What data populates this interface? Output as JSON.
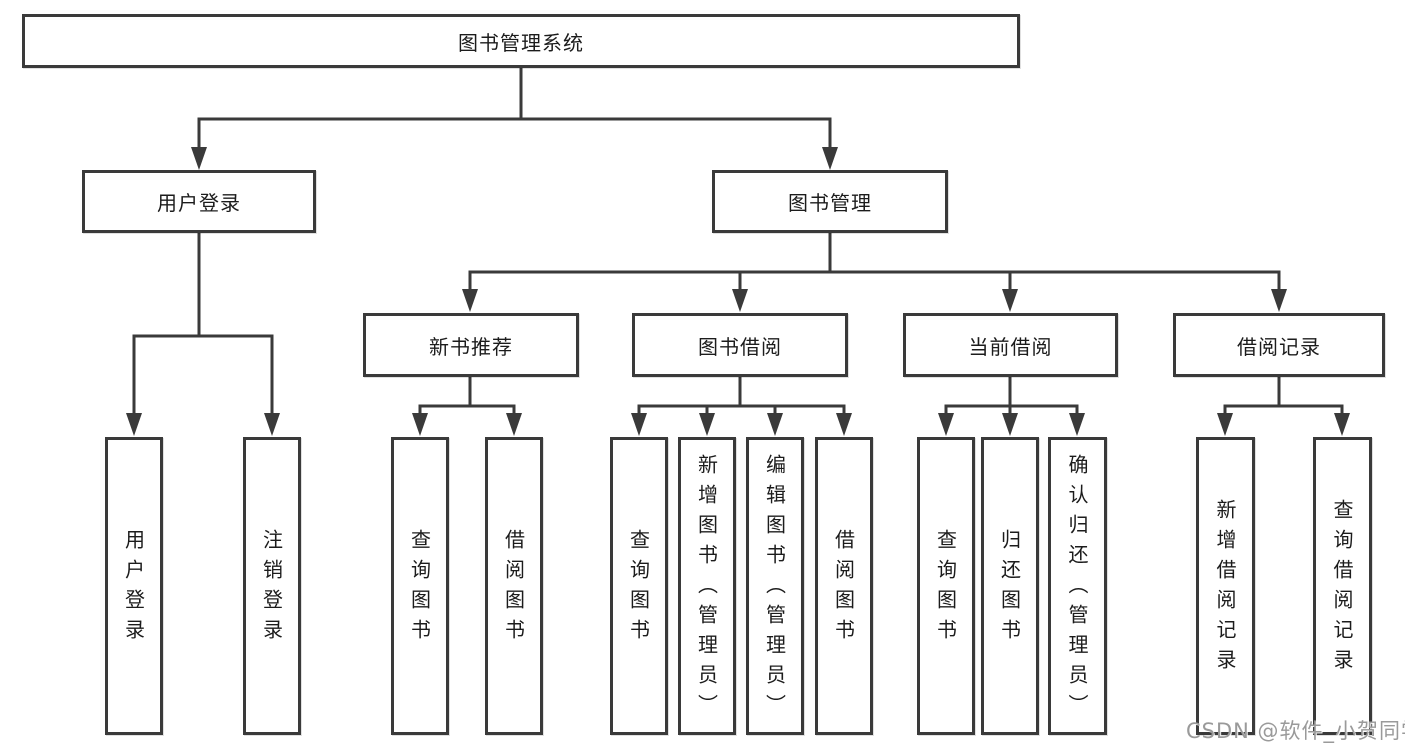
{
  "diagram": {
    "title_node": {
      "label": "图书管理系统"
    },
    "level2": [
      {
        "label": "用户登录"
      },
      {
        "label": "图书管理"
      }
    ],
    "level3": [
      {
        "label": "新书推荐"
      },
      {
        "label": "图书借阅"
      },
      {
        "label": "当前借阅"
      },
      {
        "label": "借阅记录"
      }
    ],
    "leaves": [
      {
        "label": "用户登录"
      },
      {
        "label": "注销登录"
      },
      {
        "label": "查询图书"
      },
      {
        "label": "借阅图书"
      },
      {
        "label": "查询图书"
      },
      {
        "label": "新增图书（管理员）"
      },
      {
        "label": "编辑图书（管理员）"
      },
      {
        "label": "借阅图书"
      },
      {
        "label": "查询图书"
      },
      {
        "label": "归还图书"
      },
      {
        "label": "确认归还（管理员）"
      },
      {
        "label": "新增借阅记录"
      },
      {
        "label": "查询借阅记录"
      }
    ],
    "colors": {
      "line": "#3a3a3a",
      "text": "#1c1c1c",
      "watermark": "#9a9a9a",
      "background": "#ffffff"
    }
  },
  "watermark": {
    "text": "CSDN @软件_小贺同学"
  }
}
